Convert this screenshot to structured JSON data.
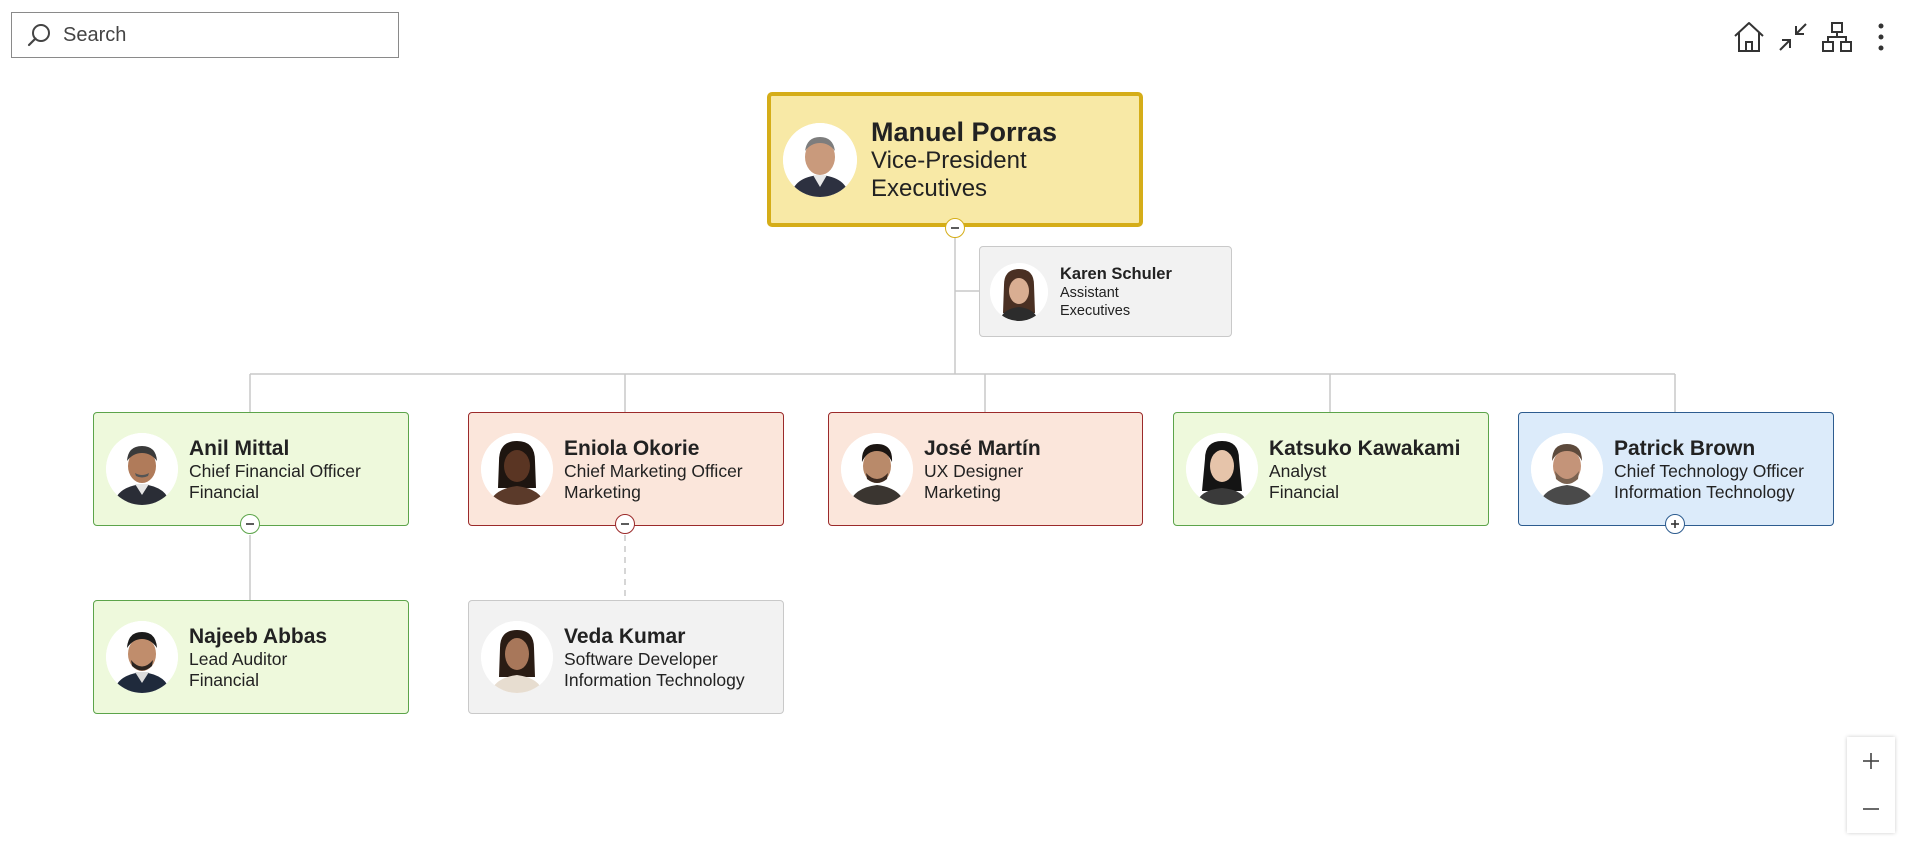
{
  "search": {
    "placeholder": "Search"
  },
  "toolbar": {
    "icons": [
      "home-icon",
      "collapse-icon",
      "org-chart-icon",
      "more-vertical-icon"
    ]
  },
  "root": {
    "name": "Manuel Porras",
    "title": "Vice-President",
    "department": "Executives"
  },
  "assistant": {
    "name": "Karen Schuler",
    "title": "Assistant",
    "department": "Executives"
  },
  "reports": [
    {
      "name": "Anil Mittal",
      "title": "Chief Financial Officer",
      "department": "Financial"
    },
    {
      "name": "Eniola Okorie",
      "title": "Chief Marketing Officer",
      "department": "Marketing"
    },
    {
      "name": "José Martín",
      "title": "UX Designer",
      "department": "Marketing"
    },
    {
      "name": "Katsuko Kawakami",
      "title": "Analyst",
      "department": "Financial"
    },
    {
      "name": "Patrick Brown",
      "title": "Chief Technology Officer",
      "department": "Information Technology"
    }
  ],
  "subreports": [
    {
      "name": "Najeeb Abbas",
      "title": "Lead Auditor",
      "department": "Financial"
    },
    {
      "name": "Veda Kumar",
      "title": "Software Developer",
      "department": "Information Technology"
    }
  ],
  "colors": {
    "executive": "#f8e9a6",
    "financial": "#eef9dc",
    "marketing": "#fbe6db",
    "it": "#dcebfa",
    "neutral": "#f2f2f2"
  }
}
